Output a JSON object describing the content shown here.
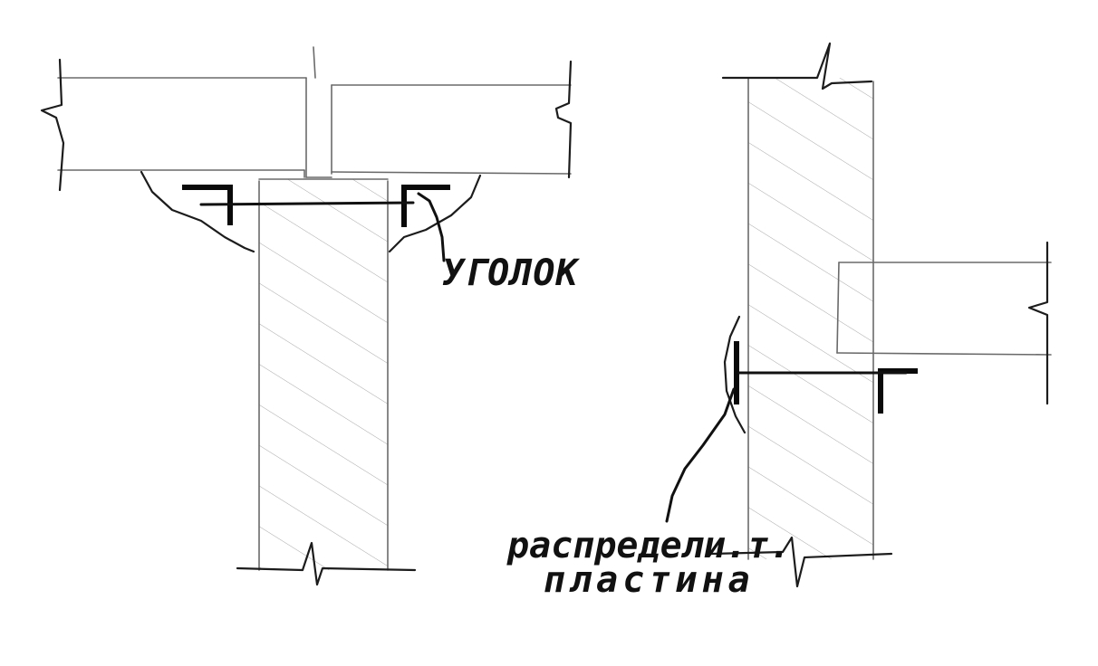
{
  "labels": {
    "angle": "УГОЛОК",
    "plate_line1": "распредели.т.",
    "plate_line2": "пластина"
  }
}
